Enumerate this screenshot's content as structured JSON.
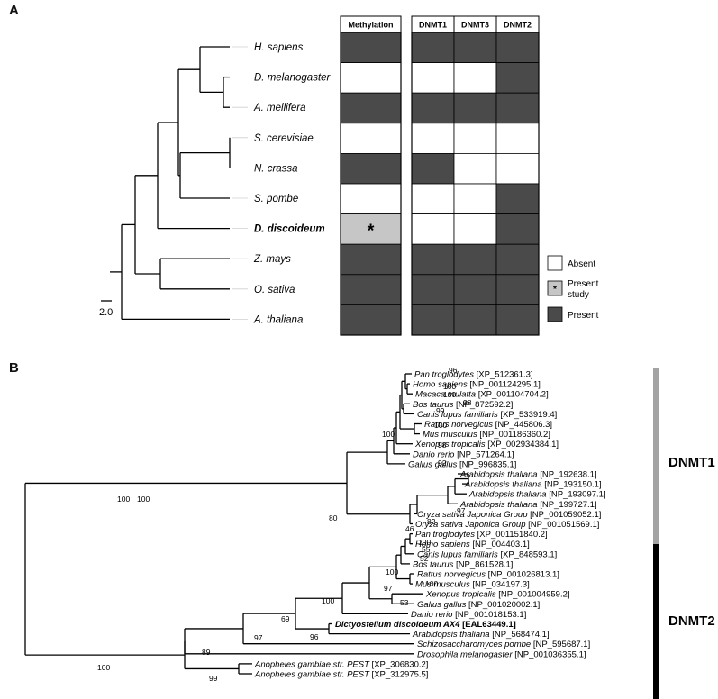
{
  "panel_a": {
    "label": "A",
    "methylation_header": "Methylation",
    "dnmt_headers": [
      "DNMT1",
      "DNMT3",
      "DNMT2"
    ],
    "scale_label": "2.0",
    "species": [
      {
        "name": "H. sapiens",
        "methylation": "present",
        "dnmt": [
          "present",
          "present",
          "present"
        ]
      },
      {
        "name": "D. melanogaster",
        "methylation": "absent",
        "dnmt": [
          "absent",
          "absent",
          "present"
        ]
      },
      {
        "name": "A. mellifera",
        "methylation": "present",
        "dnmt": [
          "present",
          "present",
          "present"
        ]
      },
      {
        "name": "S. cerevisiae",
        "methylation": "absent",
        "dnmt": [
          "absent",
          "absent",
          "absent"
        ]
      },
      {
        "name": "N. crassa",
        "methylation": "present",
        "dnmt": [
          "present",
          "absent",
          "absent"
        ]
      },
      {
        "name": "S. pombe",
        "methylation": "absent",
        "dnmt": [
          "absent",
          "absent",
          "present"
        ]
      },
      {
        "name": "D. discoideum",
        "methylation": "study",
        "dnmt": [
          "absent",
          "absent",
          "present"
        ],
        "bold": true
      },
      {
        "name": "Z. mays",
        "methylation": "present",
        "dnmt": [
          "present",
          "present",
          "present"
        ]
      },
      {
        "name": "O. sativa",
        "methylation": "present",
        "dnmt": [
          "present",
          "present",
          "present"
        ]
      },
      {
        "name": "A. thaliana",
        "methylation": "present",
        "dnmt": [
          "present",
          "present",
          "present"
        ]
      }
    ],
    "study_mark": "*",
    "legend": [
      {
        "key": "absent",
        "label": "Absent"
      },
      {
        "key": "study",
        "label": "Present study"
      },
      {
        "key": "present",
        "label": "Present"
      }
    ],
    "colors": {
      "present": "#4a4a4a",
      "absent": "#ffffff",
      "study": "#c6c6c6"
    }
  },
  "panel_b": {
    "label": "B",
    "clades": [
      {
        "name": "DNMT1",
        "color": "#a3a3a3"
      },
      {
        "name": "DNMT2",
        "color": "#000000"
      }
    ],
    "taxa": [
      {
        "species": "Pan troglodytes",
        "acc": "[XP_512361.3]"
      },
      {
        "species": "Homo sapiens",
        "acc": "[NP_001124295.1]"
      },
      {
        "species": "Macaca mulatta",
        "acc": "[XP_001104704.2]"
      },
      {
        "species": "Bos taurus",
        "acc": "[NP_872592.2]"
      },
      {
        "species": "Canis lupus familiaris",
        "acc": "[XP_533919.4]"
      },
      {
        "species": "Rattus norvegicus",
        "acc": "[NP_445806.3]"
      },
      {
        "species": "Mus musculus",
        "acc": "[NP_001186360.2]"
      },
      {
        "species": "Xenopus tropicalis",
        "acc": "[XP_002934384.1]"
      },
      {
        "species": "Danio rerio",
        "acc": "[NP_571264.1]"
      },
      {
        "species": "Gallus gallus",
        "acc": "[NP_996835.1]"
      },
      {
        "species": "Arabidopsis thaliana",
        "acc": "[NP_192638.1]"
      },
      {
        "species": "Arabidopsis thaliana",
        "acc": "[NP_193150.1]"
      },
      {
        "species": "Arabidopsis thaliana",
        "acc": "[NP_193097.1]"
      },
      {
        "species": "Arabidopsis thaliana",
        "acc": "[NP_199727.1]"
      },
      {
        "species": "Oryza sativa Japonica Group",
        "acc": "[NP_001059052.1]"
      },
      {
        "species": "Oryza sativa Japonica Group",
        "acc": "[NP_001051569.1]"
      },
      {
        "species": "Pan troglodytes",
        "acc": "[XP_001151840.2]"
      },
      {
        "species": "Homo sapiens",
        "acc": "[NP_004403.1]"
      },
      {
        "species": "Canis lupus familiaris",
        "acc": "[XP_848593.1]"
      },
      {
        "species": "Bos taurus",
        "acc": "[NP_861528.1]"
      },
      {
        "species": "Rattus norvegicus",
        "acc": "[NP_001026813.1]"
      },
      {
        "species": "Mus musculus",
        "acc": "[NP_034197.3]"
      },
      {
        "species": "Xenopus tropicalis",
        "acc": "[NP_001004959.2]"
      },
      {
        "species": "Gallus gallus",
        "acc": "[NP_001020002.1]"
      },
      {
        "species": "Danio rerio",
        "acc": "[NP_001018153.1]"
      },
      {
        "species": "Dictyostelium discoideum AX4",
        "acc": "[EAL63449.1]",
        "bold": true
      },
      {
        "species": "Arabidopsis thaliana",
        "acc": "[NP_568474.1]"
      },
      {
        "species": "Schizosaccharomyces pombe",
        "acc": "[NP_595687.1]"
      },
      {
        "species": "Drosophila melanogaster",
        "acc": "[NP_001036355.1]"
      },
      {
        "species": "Anopheles gambiae str. PEST",
        "acc": "[XP_306830.2]"
      },
      {
        "species": "Anopheles gambiae str. PEST",
        "acc": "[XP_312975.5]"
      }
    ],
    "bootstrap_labels": [
      "96",
      "100",
      "100",
      "98",
      "99",
      "100",
      "98",
      "92",
      "100",
      "97",
      "46",
      "82",
      "80",
      "100",
      "100",
      "55",
      "52",
      "100",
      "100",
      "97",
      "53",
      "100",
      "69",
      "96",
      "97",
      "89",
      "99",
      "100",
      "100"
    ]
  }
}
